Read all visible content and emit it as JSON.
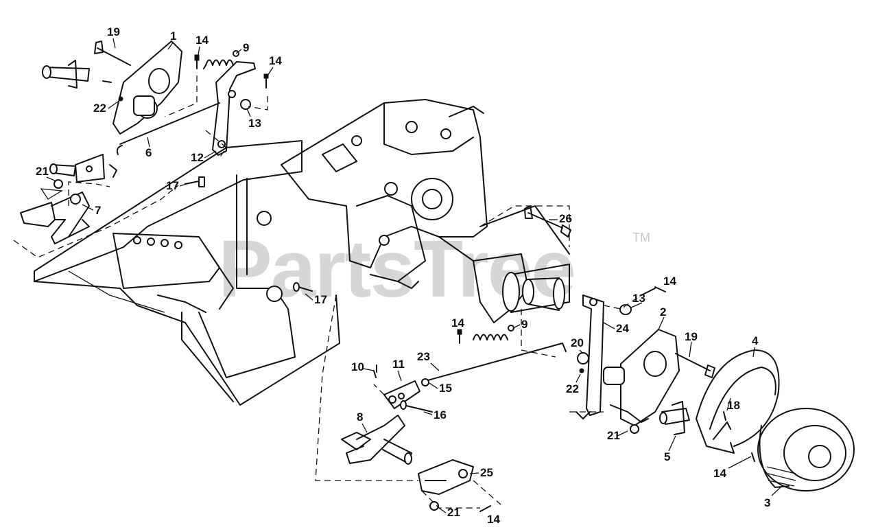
{
  "watermark": {
    "text": "PartsTree",
    "trademark": "TM"
  },
  "callouts": [
    "19",
    "1",
    "14",
    "9",
    "14",
    "22",
    "13",
    "6",
    "12",
    "21",
    "7",
    "17",
    "26",
    "17",
    "13",
    "14",
    "2",
    "24",
    "14",
    "9",
    "19",
    "4",
    "20",
    "23",
    "10",
    "11",
    "15",
    "22",
    "18",
    "16",
    "8",
    "21",
    "5",
    "14",
    "25",
    "21",
    "14",
    "3"
  ]
}
